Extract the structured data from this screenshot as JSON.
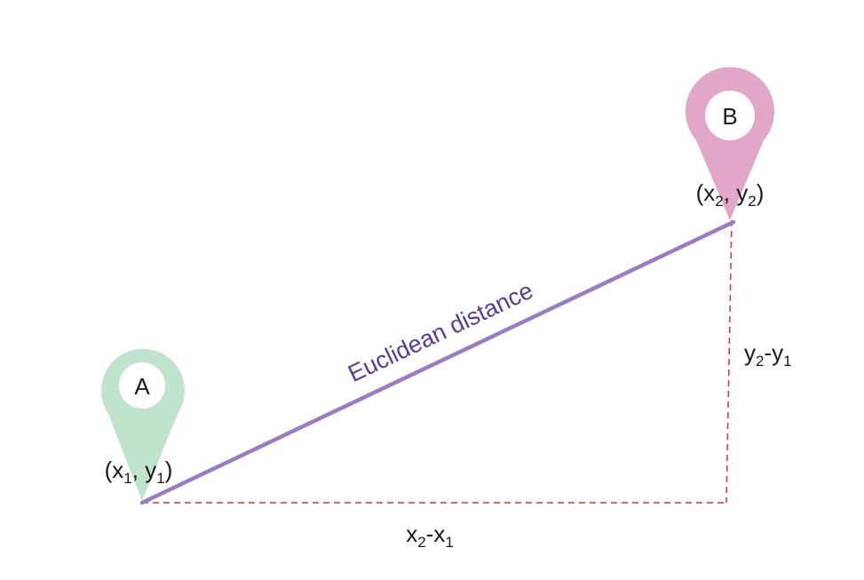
{
  "colors": {
    "pin_a": "#bfe3cc",
    "pin_b": "#e2a6c8",
    "distance_line": "#9a7dc0",
    "distance_label": "#5a3a9a",
    "dashed": "#d9323a",
    "text": "#1a1a1a"
  },
  "point_a": {
    "pin_label": "A",
    "coord": {
      "open": "(x",
      "x_sub": "1",
      "mid": ", y",
      "y_sub": "1",
      "close": ")"
    }
  },
  "point_b": {
    "pin_label": "B",
    "coord": {
      "open": "(x",
      "x_sub": "2",
      "mid": ", y",
      "y_sub": "2",
      "close": ")"
    }
  },
  "distance_label": "Euclidean distance",
  "dx_label": {
    "a": "x",
    "a_sub": "2",
    "op": "-x",
    "b_sub": "1"
  },
  "dy_label": {
    "a": "y",
    "a_sub": "2",
    "op": "-y",
    "b_sub": "1"
  },
  "icons": [
    "map-pin-icon",
    "map-pin-icon"
  ]
}
